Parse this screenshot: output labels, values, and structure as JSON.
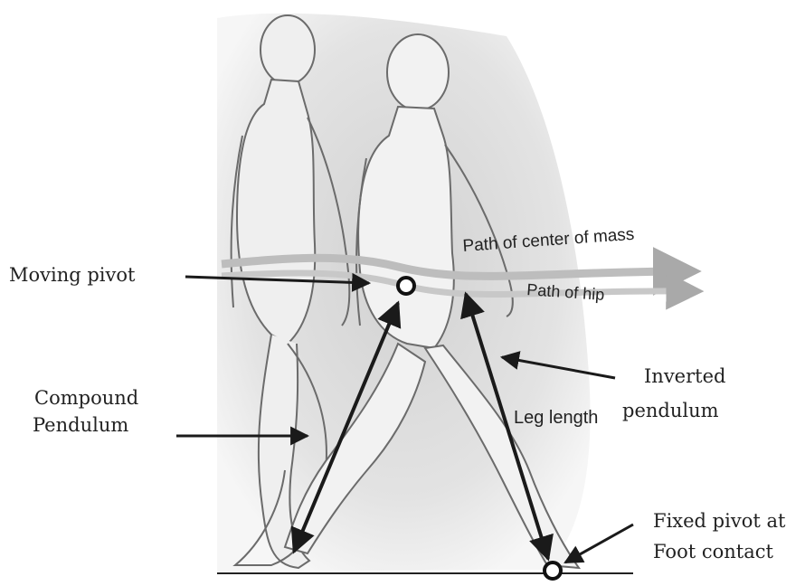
{
  "labels": {
    "moving_pivot": "Moving pivot",
    "compound_pendulum_1": "Compound",
    "compound_pendulum_2": "Pendulum",
    "inverted_pendulum_1": "Inverted",
    "inverted_pendulum_2": "pendulum",
    "leg_length": "Leg length",
    "fixed_pivot_1": "Fixed pivot at",
    "fixed_pivot_2": "Foot contact",
    "path_com": "Path of center of mass",
    "path_hip": "Path of hip"
  },
  "colors": {
    "background_shade": "#d9d9d9",
    "figure_line": "#6b6b6b",
    "figure_fill": "#efefef",
    "arrow": "#1a1a1a",
    "path_band": "#bdbdbd"
  }
}
